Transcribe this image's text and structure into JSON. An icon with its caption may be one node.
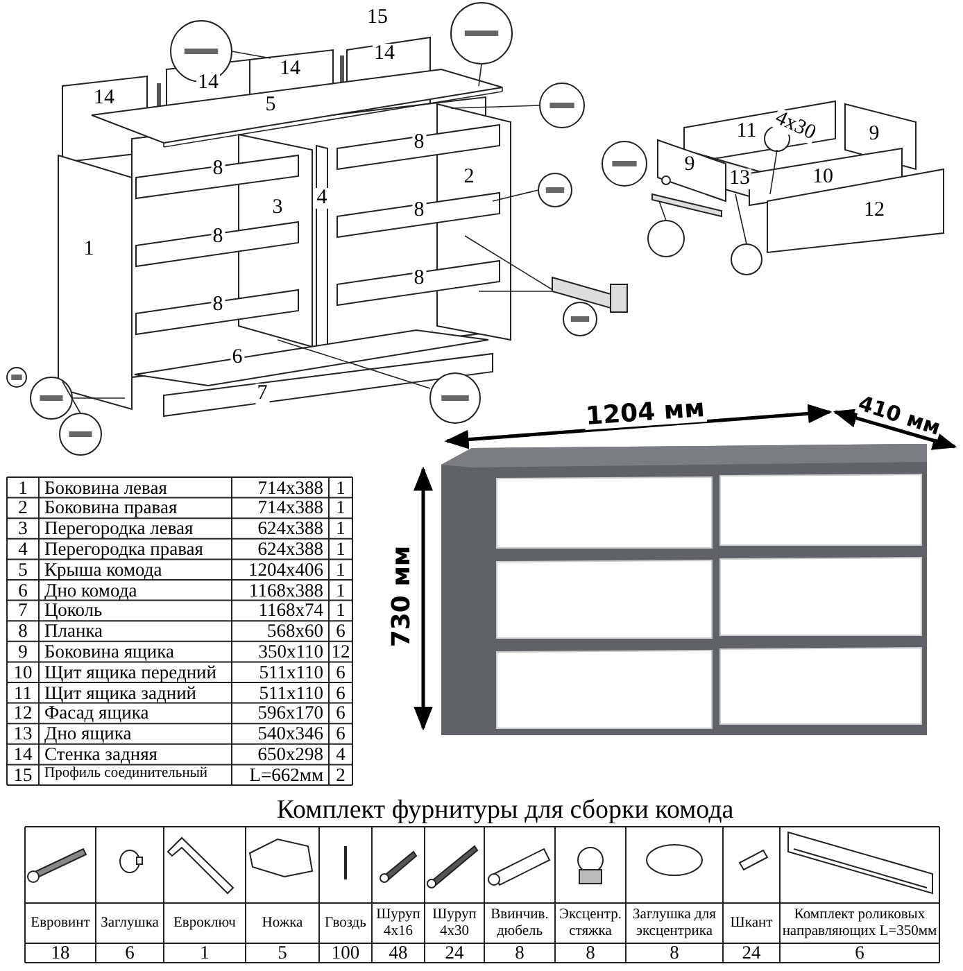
{
  "diagram": {
    "labels": [
      "15",
      "14",
      "14",
      "14",
      "14",
      "5",
      "8",
      "8",
      "3",
      "4",
      "2",
      "1",
      "8",
      "8",
      "8",
      "8",
      "6",
      "7",
      "11",
      "4x30",
      "9",
      "9",
      "13",
      "10",
      "12",
      "1204 мм",
      "410 мм",
      "730 мм",
      "1",
      "Боковина левая",
      "714x388",
      "1",
      "2",
      "Боковина правая",
      "714x388",
      "1",
      "3",
      "Перегородка левая",
      "624x388",
      "1",
      "4",
      "Перегородка правая",
      "624x388",
      "1",
      "5",
      "Крыша комода",
      "1204x406",
      "1",
      "6",
      "Дно комода",
      "1168x388",
      "1",
      "7",
      "Цоколь",
      "1168x74",
      "1",
      "8",
      "Планка",
      "568x60",
      "6",
      "9",
      "Боковина ящика",
      "350x110",
      "12",
      "10",
      "Щит ящика передний",
      "511x110",
      "6",
      "11",
      "Щит ящика задний",
      "511x110",
      "6",
      "12",
      "Фасад ящика",
      "596x170",
      "6",
      "13",
      "Дно ящика",
      "540x346",
      "6",
      "14",
      "Стенка задняя",
      "650x298",
      "4",
      "15",
      "Профиль соединительный",
      "L=662мм",
      "2",
      "Комплект фурнитуры для сборки комода",
      "Евровинт",
      "Заглушка",
      "Евроключ",
      "Ножка",
      "Гвоздь",
      "Шуруп 4x16",
      "Шуруп 4x30",
      "Ввинчив. дюбель",
      "Эксцентр. стяжка",
      "Заглушка для эксцентрика",
      "Шкант",
      "Комплект роликовых направляющих L=350мм",
      "18",
      "6",
      "1",
      "5",
      "100",
      "48",
      "24",
      "8",
      "8",
      "8",
      "24",
      "6"
    ]
  }
}
